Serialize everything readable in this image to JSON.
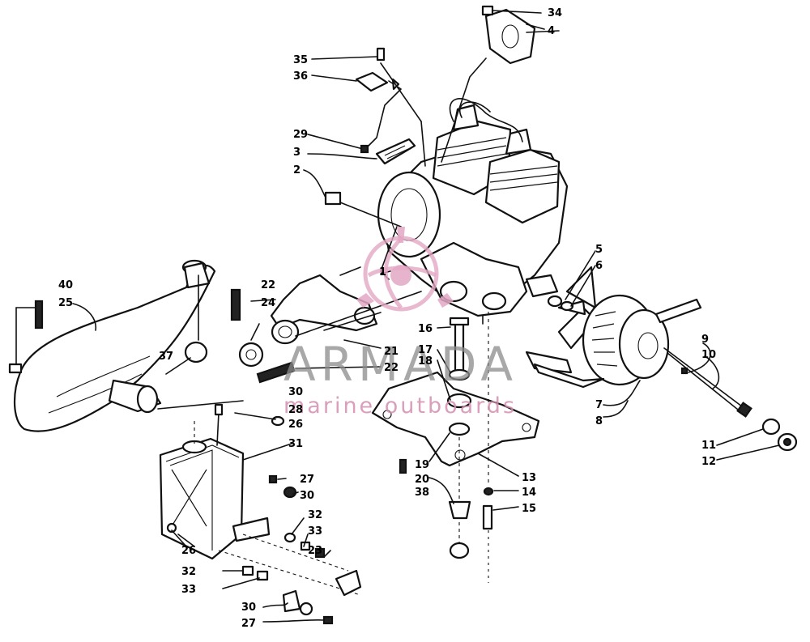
{
  "watermark": {
    "brand": "ARMADA",
    "tagline": "marine outboards",
    "accent_color": "#e3a7c4"
  },
  "callouts": {
    "c1": "1",
    "c2": "2",
    "c3": "3",
    "c4": "4",
    "c5": "5",
    "c6": "6",
    "c7": "7",
    "c8": "8",
    "c9": "9",
    "c10": "10",
    "c11": "11",
    "c12": "12",
    "c13": "13",
    "c14": "14",
    "c15": "15",
    "c16": "16",
    "c17": "17",
    "c18": "18",
    "c19": "19",
    "c20": "20",
    "c21": "21",
    "c22a": "22",
    "c22b": "22",
    "c23": "23",
    "c24": "24",
    "c25": "25",
    "c26a": "26",
    "c26b": "26",
    "c27a": "27",
    "c27b": "27",
    "c28": "28",
    "c29": "29",
    "c30a": "30",
    "c30b": "30",
    "c30c": "30",
    "c31": "31",
    "c32a": "32",
    "c32b": "32",
    "c33a": "33",
    "c33b": "33",
    "c34": "34",
    "c35": "35",
    "c36": "36",
    "c37": "37",
    "c38": "38",
    "c40": "40"
  }
}
